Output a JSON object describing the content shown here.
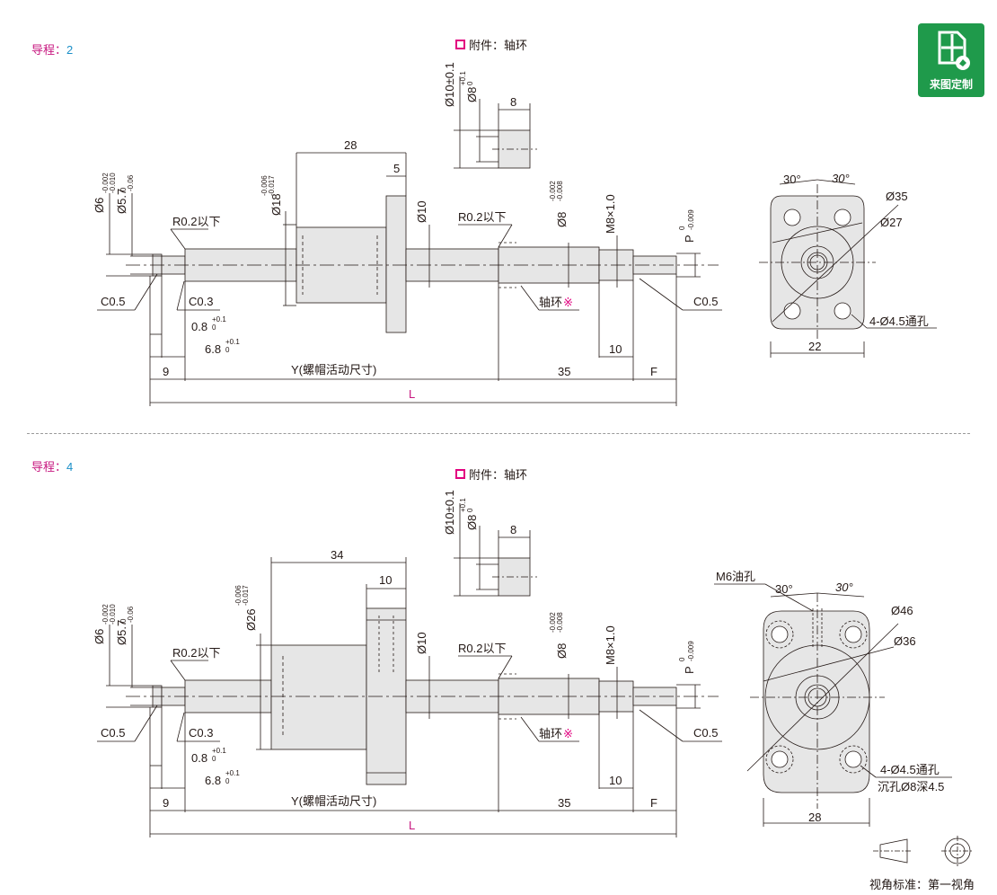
{
  "badge": {
    "label": "来图定制",
    "icon": "custom-drawing-icon"
  },
  "sections": [
    {
      "lead_label": "导程：",
      "lead_value": "2",
      "accessory_label": "附件：轴环",
      "collar": {
        "od": "Ø10±0.1",
        "id": "Ø8",
        "id_tol_up": "+0.1",
        "id_tol_lo": "0",
        "length": "8"
      },
      "shaft": {
        "d1": "Ø6",
        "d1_up": "-0.002",
        "d1_lo": "-0.010",
        "d2": "Ø5.7",
        "d2_up": "0",
        "d2_lo": "-0.06",
        "nut_d": "Ø18",
        "nut_up": "-0.006",
        "nut_lo": "-0.017",
        "nut_len": "28",
        "flange_w": "5",
        "screw_d": "Ø10",
        "d3": "Ø8",
        "d3_up": "-0.002",
        "d3_lo": "-0.008",
        "thread": "M8×1.0",
        "p": "P",
        "p_up": "0",
        "p_lo": "-0.009",
        "r_left": "R0.2以下",
        "r_right": "R0.2以下",
        "c_left": "C0.5",
        "c03": "C0.3",
        "c_right": "C0.5",
        "g1": "0.8",
        "g1_up": "+0.1",
        "g1_lo": "0",
        "g2": "6.8",
        "g2_up": "+0.1",
        "g2_lo": "0",
        "collar_note": "轴环",
        "mark": "※",
        "thread_len": "10",
        "len_9": "9",
        "len_y": "Y(螺帽活动尺寸)",
        "len_35": "35",
        "len_f": "F",
        "len_l": "L"
      },
      "flange_view": {
        "angle1": "30°",
        "angle2": "30°",
        "od": "Ø35",
        "pcd": "Ø27",
        "holes1": "4-Ø4.5通孔",
        "holes2": "",
        "width": "22",
        "oil": ""
      }
    },
    {
      "lead_label": "导程：",
      "lead_value": "4",
      "accessory_label": "附件：轴环",
      "collar": {
        "od": "Ø10±0.1",
        "id": "Ø8",
        "id_tol_up": "+0.1",
        "id_tol_lo": "0",
        "length": "8"
      },
      "shaft": {
        "d1": "Ø6",
        "d1_up": "-0.002",
        "d1_lo": "-0.010",
        "d2": "Ø5.7",
        "d2_up": "0",
        "d2_lo": "-0.06",
        "nut_d": "Ø26",
        "nut_up": "-0.006",
        "nut_lo": "-0.017",
        "nut_len": "34",
        "flange_w": "10",
        "screw_d": "Ø10",
        "d3": "Ø8",
        "d3_up": "-0.002",
        "d3_lo": "-0.008",
        "thread": "M8×1.0",
        "p": "P",
        "p_up": "0",
        "p_lo": "-0.009",
        "r_left": "R0.2以下",
        "r_right": "R0.2以下",
        "c_left": "C0.5",
        "c03": "C0.3",
        "c_right": "C0.5",
        "g1": "0.8",
        "g1_up": "+0.1",
        "g1_lo": "0",
        "g2": "6.8",
        "g2_up": "+0.1",
        "g2_lo": "0",
        "collar_note": "轴环",
        "mark": "※",
        "thread_len": "10",
        "len_9": "9",
        "len_y": "Y(螺帽活动尺寸)",
        "len_35": "35",
        "len_f": "F",
        "len_l": "L"
      },
      "flange_view": {
        "angle1": "30°",
        "angle2": "30°",
        "od": "Ø46",
        "pcd": "Ø36",
        "holes1": "4-Ø4.5通孔",
        "holes2": "沉孔Ø8深4.5",
        "width": "28",
        "oil": "M6油孔"
      }
    }
  ],
  "footer": {
    "projection_label": "视角标准：第一视角"
  }
}
